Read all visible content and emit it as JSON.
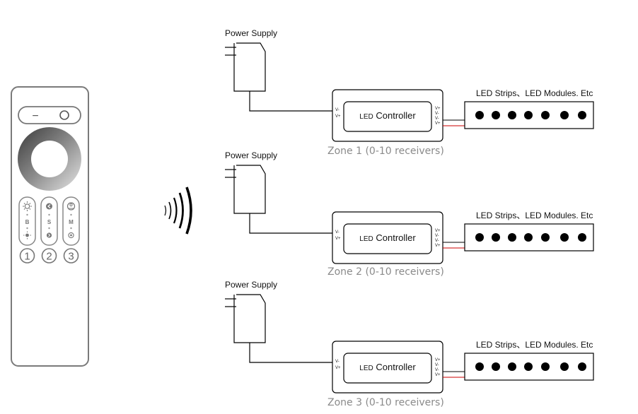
{
  "remote": {
    "minus_glyph": "−",
    "buttons": [
      {
        "top_icon": "brightness-up-icon",
        "letter": "B",
        "bottom_icon": "brightness-down-icon"
      },
      {
        "top_icon": "speed-up-icon",
        "letter": "S",
        "bottom_icon": "speed-down-icon"
      },
      {
        "top_icon": "mode-icon",
        "letter": "M",
        "bottom_icon": "scene-icon"
      }
    ],
    "zones": [
      "1",
      "2",
      "3"
    ]
  },
  "zones": [
    {
      "power_supply_label": "Power Supply",
      "controller_label_prefix": "LED",
      "controller_label_main": "Controller",
      "input_pins": [
        "V-",
        "V+"
      ],
      "output_pins": [
        "V+",
        "V-",
        "V-",
        "V+"
      ],
      "strip_label": "LED Strips、LED Modules. Etc",
      "zone_label": "Zone 1 (0-10 receivers)"
    },
    {
      "power_supply_label": "Power Supply",
      "controller_label_prefix": "LED",
      "controller_label_main": "Controller",
      "input_pins": [
        "V-",
        "V+"
      ],
      "output_pins": [
        "V+",
        "V-",
        "V-",
        "V+"
      ],
      "strip_label": "LED Strips、LED Modules. Etc",
      "zone_label": "Zone 2 (0-10 receivers)"
    },
    {
      "power_supply_label": "Power Supply",
      "controller_label_prefix": "LED",
      "controller_label_main": "Controller",
      "input_pins": [
        "V-",
        "V+"
      ],
      "output_pins": [
        "V+",
        "V-",
        "V-",
        "V+"
      ],
      "strip_label": "LED Strips、LED Modules. Etc",
      "zone_label": "Zone 3 (0-10 receivers)"
    }
  ],
  "colors": {
    "wire": "#000000",
    "wire_positive": "#cc0000",
    "zone_text": "#8a8a8a",
    "remote_outline": "#7a7a7a"
  }
}
